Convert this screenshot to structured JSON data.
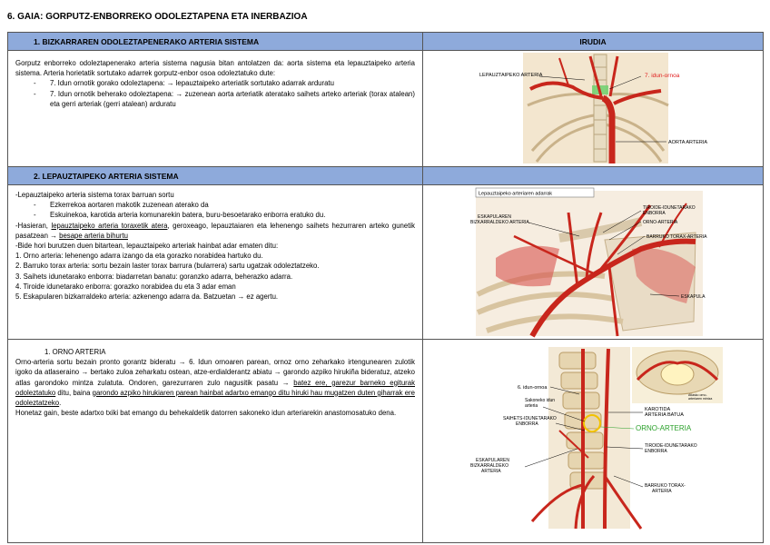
{
  "page_title": "6. GAIA: GORPUTZ-ENBORREKO ODOLEZTAPENA ETA INERBAZIOA",
  "header_right": "IRUDIA",
  "s1": {
    "title": "1.   BIZKARRAREN ODOLEZTAPENERAKO ARTERIA SISTEMA",
    "p1": "Gorputz enborreko odoleztapenerako arteria sistema nagusia bitan antolatzen da: aorta sistema eta lepauztaipeko arteria sistema. Arteria horietatik sortutako adarrek gorputz-enbor osoa odoleztatuko dute:",
    "b1": "7. Idun ornotik gorako odoleztapena: → lepauztaipeko arteriatik sortutako adarrak arduratu",
    "b2": "7. Idun ornotik beherako odoleztapena: → zuzenean aorta arteriatik ateratako saihets arteko arteriak (torax atalean) eta gerri arteriak (gerri atalean) arduratu",
    "fig_labels": [
      "LEPAUZTAIPEKO ARTERIA",
      "7. idun-ornoa",
      "AORTA ARTERIA"
    ]
  },
  "s2": {
    "title": "2.   LEPAUZTAIPEKO ARTERIA SISTEMA",
    "l1": "-Lepauztaipeko arteria sistema torax barruan sortu",
    "l2": "Ezkerrekoa aortaren makotik zuzenean aterako da",
    "l3": "Eskuinekoa, karotida arteria komunarekin batera, buru-besoetarako enborra eratuko du.",
    "l4a": "-Hasieran, ",
    "l4u": "lepauztaipeko arteria toraxetik atera",
    "l4b": ", geroxeago, lepauztaiaren eta lehenengo saihets hezurraren arteko gunetik pasatzean → ",
    "l4u2": "besape arteria bihurtu",
    "l5": "-Bide hori burutzen duen bitartean, lepauztaipeko arteriak hainbat adar ematen ditu:",
    "n1": "1. Orno arteria: lehenengo adarra izango da eta gorazko norabidea hartuko du.",
    "n2": "2. Barruko torax arteria: sortu bezain laster torax barrura (bularrera) sartu ugatzak odoleztatzeko.",
    "n3": "3. Saihets idunetarako enborra: biadarretan banatu: goranzko adarra, beherazko adarra.",
    "n4": "4. Tiroide idunetarako enborra: gorazko norabidea du eta 3 adar eman",
    "n5": "5. Eskapularen bizkarraldeko arteria: azkenengo adarra da. Batzuetan → ez agertu.",
    "fig_caption": "Lepauztaipeko arteriaren adarrak",
    "fig_labels": [
      "ESKAPULAREN BIZKARRALDEKO ARTERIA",
      "TIROIDE-IDUNETARAKO ENBORRA",
      "ORNO-ARTERIA",
      "BARRUKO TORAX-ARTERIA",
      "ESKAPULA"
    ]
  },
  "s3": {
    "title": "1.    ORNO ARTERIA",
    "p1": "Orno-arteria sortu bezain pronto gorantz bideratu → 6. Idun ornoaren parean, ornoz orno zeharkako irtengunearen zulotik igoko da atlaseraino → bertako zuloa zeharkatu ostean, atze-erdialderantz abiatu → garondo azpiko hirukiña bideratuz, atzeko atlas garondoko mintza zulatuta. Ondoren, garezurraren zulo nagusitik pasatu → ",
    "p1u": "batez ere, garezur barneko egiturak odoleztatuko",
    "p1b": " ditu, baina ",
    "p1u2": "garondo azpiko hirukiaren parean hainbat adartxo emango ditu hiruki hau mugatzen duten giharrak ere odoleztatzeko",
    "p1c": ".",
    "p2": "Honetaz gain, beste adartxo txiki bat emango du behekaldetik datorren sakoneko idun arteriarekin anastomosatuko dena.",
    "fig_labels": [
      "6. idun-ornoa",
      "Sakoneko idun arteria",
      "SAIHETS-IDUNETARAKO ENBORRA",
      "ESKAPULAREN BIZKARRALDEKO ARTERIA",
      "KAROTIDA ARTERIA BATUA",
      "ORNO-ARTERIA",
      "TIROIDE-IDUNETARAKO ENBORRA",
      "BARRUKO TORAX-ARTERIA",
      "Atlasko orno-arteriaren mintza"
    ]
  },
  "colors": {
    "header_bg": "#8eaadb",
    "artery": "#c8261c",
    "label_red": "#e02020",
    "label_green": "#2aa02a"
  }
}
